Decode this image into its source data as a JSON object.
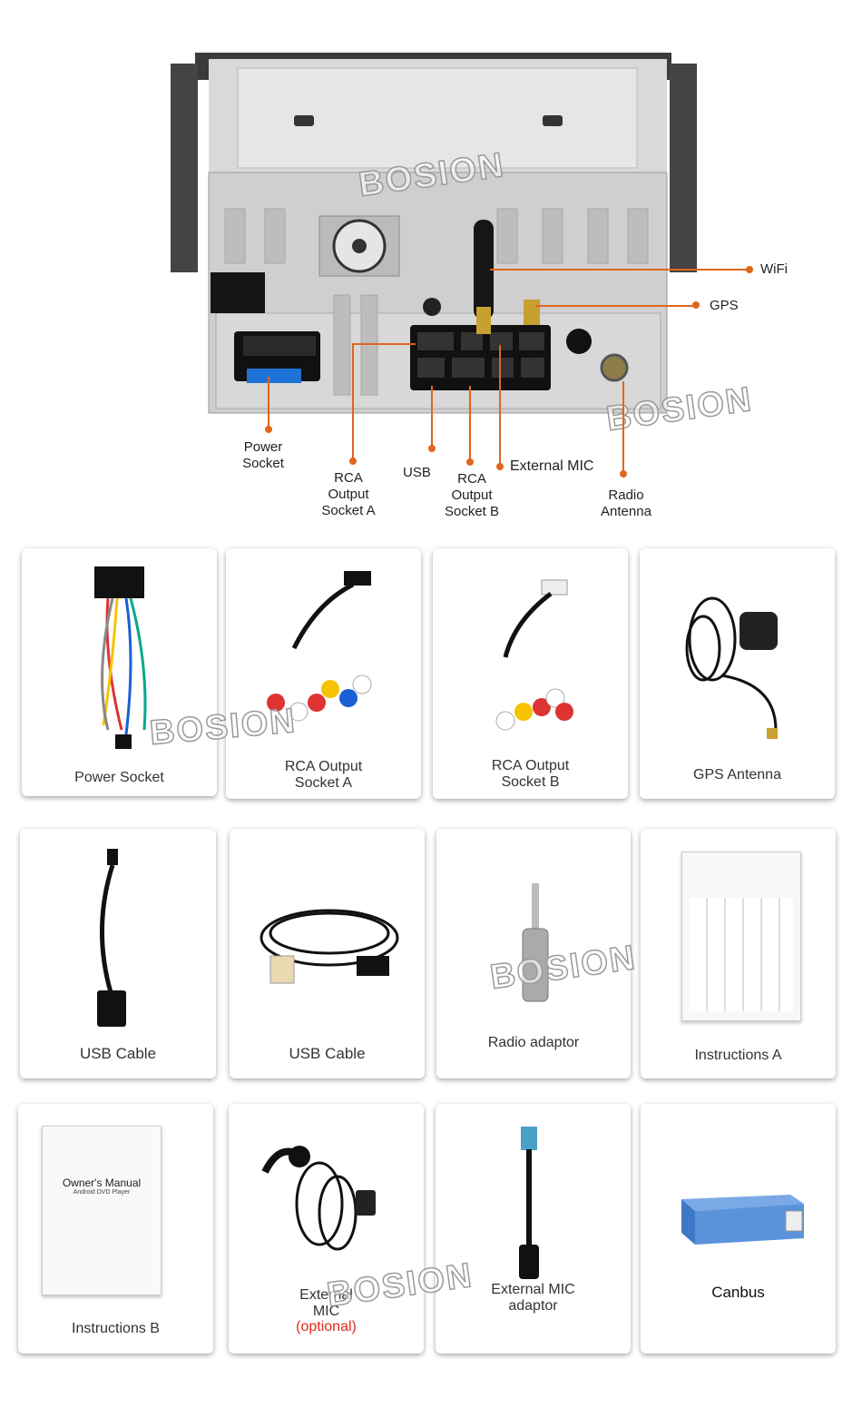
{
  "watermark": "BOSION",
  "callouts": {
    "wifi": "WiFi",
    "gps": "GPS",
    "power_socket": [
      "Power",
      "Socket"
    ],
    "rca_a": [
      "RCA",
      "Output",
      "Socket A"
    ],
    "usb": "USB",
    "rca_b": [
      "RCA",
      "Output",
      "Socket B"
    ],
    "external_mic": "External MIC",
    "radio_antenna": [
      "Radio",
      "Antenna"
    ]
  },
  "items": [
    {
      "label": "Power Socket"
    },
    {
      "label": "RCA Output\nSocket A"
    },
    {
      "label": "RCA Output\nSocket B"
    },
    {
      "label": "GPS Antenna"
    },
    {
      "label": "USB Cable"
    },
    {
      "label": "USB Cable"
    },
    {
      "label": "Radio adaptor"
    },
    {
      "label": "Instructions A"
    },
    {
      "label": "Instructions B",
      "manual_title": "Owner's Manual",
      "manual_subtitle": "Android DVD Player"
    },
    {
      "label": "External\nMIC",
      "note": "(optional)"
    },
    {
      "label": "External MIC\nadaptor"
    },
    {
      "label": "Canbus"
    }
  ],
  "colors": {
    "accent": "#e0661c",
    "optional": "#e0261c"
  }
}
